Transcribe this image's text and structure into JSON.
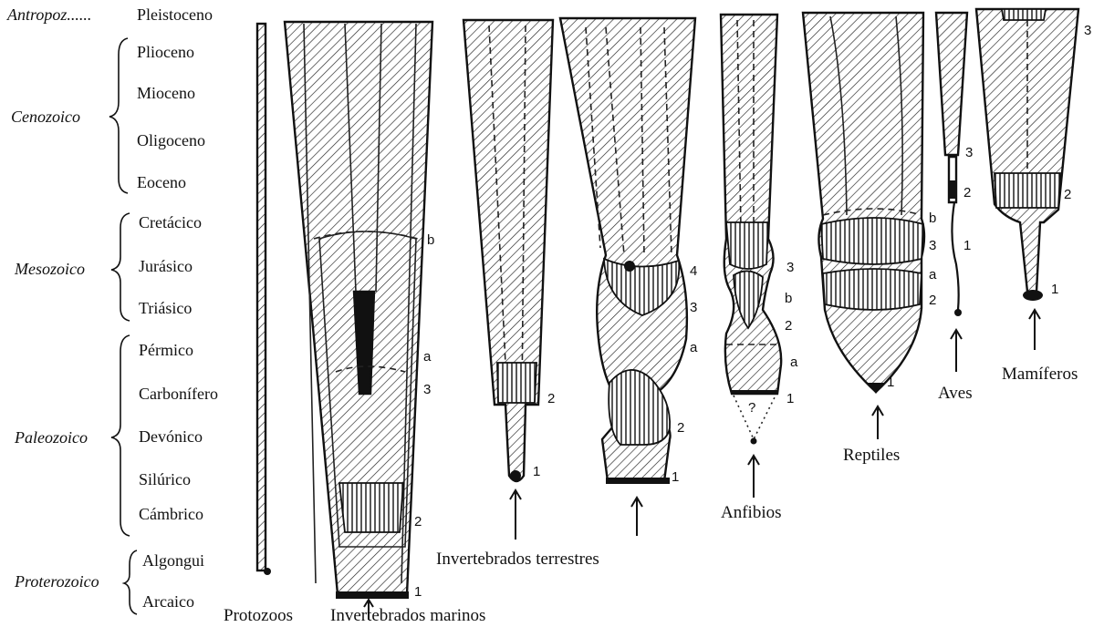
{
  "eras": [
    {
      "name": "Antropoz......",
      "periods": [
        "Pleistoceno"
      ]
    },
    {
      "name": "Cenozoico",
      "periods": [
        "Plioceno",
        "Mioceno",
        "Oligoceno",
        "Eoceno"
      ]
    },
    {
      "name": "Mesozoico",
      "periods": [
        "Cretácico",
        "Jurásico",
        "Triásico"
      ]
    },
    {
      "name": "Paleozoico",
      "periods": [
        "Pérmico",
        "Carbonífero",
        "Devónico",
        "Silúrico",
        "Cámbrico"
      ]
    },
    {
      "name": "Proterozoico",
      "periods": [
        "Algongui",
        "Arcaico"
      ]
    }
  ],
  "groups": {
    "protozoos": {
      "label": "Protozoos"
    },
    "invertebrados_marinos": {
      "label": "Invertebrados marinos",
      "marks": [
        "b",
        "a",
        "3",
        "2",
        "1"
      ]
    },
    "invertebrados_terrestres": {
      "label": "Invertebrados terrestres",
      "marks": [
        "2",
        "1"
      ]
    },
    "artropodos": {
      "marks": [
        "4",
        "3",
        "a",
        "2",
        "1"
      ]
    },
    "anfibios": {
      "label": "Anfibios",
      "marks": [
        "3",
        "b",
        "2",
        "a",
        "1",
        "?"
      ]
    },
    "reptiles": {
      "label": "Reptiles",
      "marks": [
        "b",
        "3",
        "a",
        "2",
        "1"
      ]
    },
    "aves": {
      "label": "Aves",
      "marks": [
        "3",
        "2",
        "1"
      ]
    },
    "mamiferos": {
      "label": "Mamíferos",
      "marks": [
        "3",
        "2",
        "1"
      ]
    }
  }
}
